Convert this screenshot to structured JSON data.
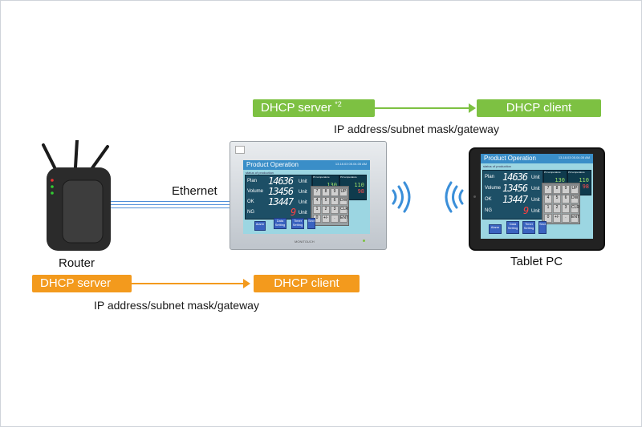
{
  "top_flow": {
    "server_tag": "DHCP server",
    "server_sup": "*2",
    "client_tag": "DHCP client",
    "caption": "IP address/subnet mask/gateway"
  },
  "bottom_flow": {
    "server_tag": "DHCP server",
    "client_tag": "DHCP client",
    "caption": "IP address/subnet mask/gateway"
  },
  "devices": {
    "router_label": "Router",
    "tablet_label": "Tablet PC",
    "link_label": "Ethernet"
  },
  "hmi": {
    "title": "Product Operation",
    "subtitle": "status of production",
    "timestamp": "13.18.03 05.04.05 AM",
    "rows": [
      {
        "label": "Plan",
        "value": "14636",
        "unit": "Unit",
        "red": false
      },
      {
        "label": "Volume",
        "value": "13456",
        "unit": "Unit",
        "red": false
      },
      {
        "label": "OK",
        "value": "13447",
        "unit": "Unit",
        "red": false
      },
      {
        "label": "NG",
        "value": "9",
        "unit": "Unit",
        "red": true
      }
    ],
    "gauges": [
      {
        "title": "P1 temperature",
        "v1": "130",
        "v2": "98"
      },
      {
        "title": "P2 temperature",
        "v1": "110",
        "v2": "98"
      }
    ],
    "buttons": [
      "Alarm",
      "Data Setting",
      "Timer Setting",
      "Sect"
    ],
    "keys": [
      "7",
      "8",
      "9",
      "UP",
      "4",
      "5",
      "6",
      "DW",
      "1",
      "2",
      "3",
      "CLR",
      "0",
      "+/-",
      ".",
      "ENT"
    ],
    "brand": "MONITOUCH"
  },
  "colors": {
    "green": "#7dc142",
    "orange": "#f39a1d",
    "ethernet": "#4f8ed8",
    "wifi": "#3b8fd9"
  }
}
